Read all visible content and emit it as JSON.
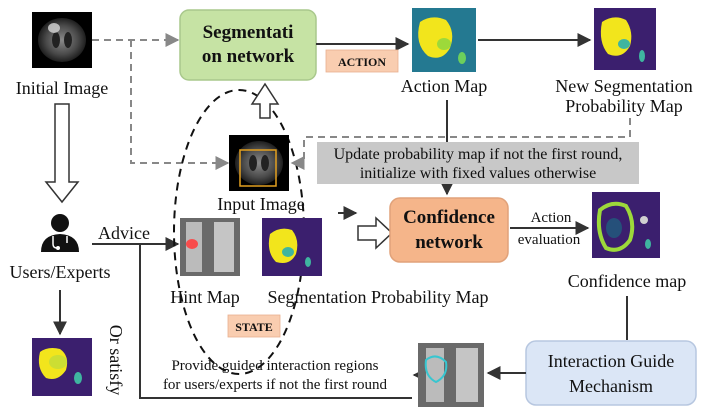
{
  "labels": {
    "initial_image": "Initial Image",
    "users_experts": "Users/Experts",
    "advice": "Advice",
    "or_satisfy": "Or satisfy",
    "input_image": "Input Image",
    "hint_map": "Hint Map",
    "segmentation_probability_map": "Segmentation Probability Map",
    "state": "STATE",
    "action": "ACTION",
    "action_map": "Action Map",
    "new_seg_prob_line1": "New Segmentation",
    "new_seg_prob_line2": "Probability Map",
    "confidence_map": "Confidence map",
    "action_evaluation_line1": "Action",
    "action_evaluation_line2": "evaluation"
  },
  "nodes": {
    "segmentation_network_line1": "Segmentati",
    "segmentation_network_line2": "on network",
    "confidence_network_line1": "Confidence",
    "confidence_network_line2": "network",
    "interaction_guide_line1": "Interaction Guide",
    "interaction_guide_line2": "Mechanism"
  },
  "notes": {
    "update_line1": "Update probability map if not the first round,",
    "update_line2": "initialize with fixed values otherwise",
    "guided_line1": "Provide guided interaction regions",
    "guided_line2": "for users/experts if not the first round"
  },
  "colors": {
    "segmentation_network_fill": "#c6e3a4",
    "confidence_network_fill": "#f5b58a",
    "interaction_guide_fill": "#dbe6f6",
    "tag_fill": "#f9cdb0",
    "note_fill": "#c8c8c8",
    "probmap_bg": "#3b1f6e",
    "probmap_fg": "#f2e51c"
  },
  "icons": [
    "brain-mri-icon",
    "doctor-icon",
    "probability-map-icon",
    "action-map-icon",
    "confidence-map-icon"
  ]
}
